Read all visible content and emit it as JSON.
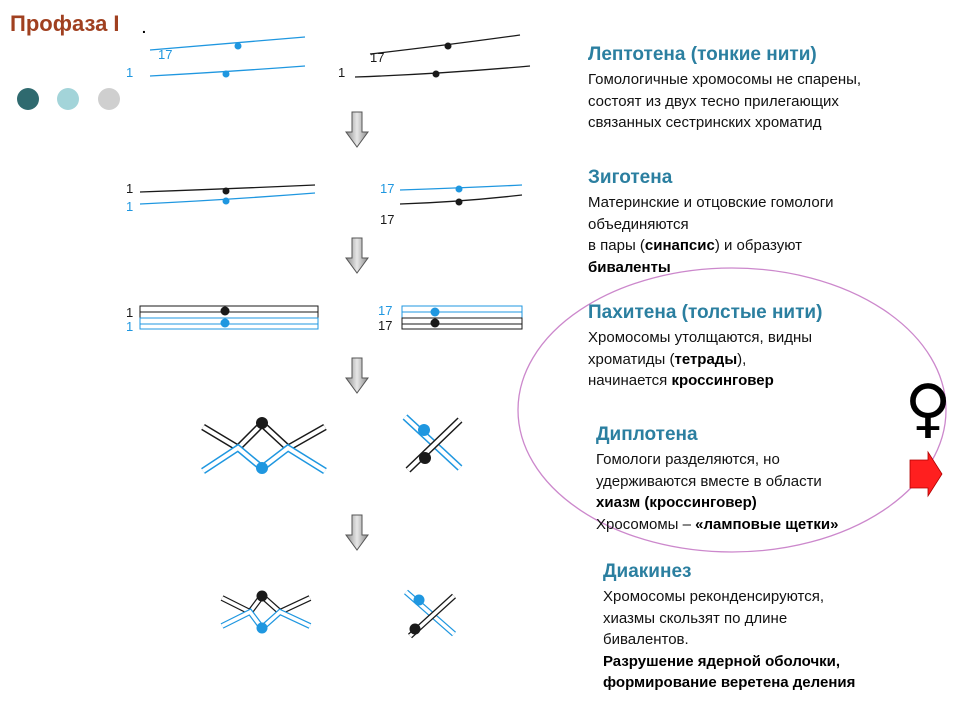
{
  "slide": {
    "title": "Профаза I",
    "title_mark": "."
  },
  "palette": {
    "dots": [
      "#2f6a6f",
      "#a3d4d9",
      "#cfcfcf"
    ],
    "stage_title": "#2b7fa0",
    "chromosome_black": "#1a1a1a",
    "chromosome_blue": "#1f97e0",
    "label_blue": "#1f97e0",
    "ellipse": "#cc88cc",
    "arrow_red": "#ff1f1f"
  },
  "diagram": {
    "labels": {
      "chrom_1": "1",
      "chrom_17": "17"
    },
    "female_symbol": "♀"
  },
  "stages": [
    {
      "title": "Лептотена (тонкие нити)",
      "lines": [
        [
          {
            "t": "Гомологичные хромосомы не спарены,"
          }
        ],
        [
          {
            "t": "состоят из двух тесно прилегающих"
          }
        ],
        [
          {
            "t": "связанных сестринских хроматид"
          }
        ]
      ]
    },
    {
      "title": "Зиготена",
      "lines": [
        [
          {
            "t": "Материнские и отцовские гомологи"
          }
        ],
        [
          {
            "t": "объединяются"
          }
        ],
        [
          {
            "t": "в пары ("
          },
          {
            "t": "синапсис",
            "b": true
          },
          {
            "t": ") и образуют"
          }
        ],
        [
          {
            "t": "биваленты",
            "b": true
          }
        ]
      ]
    },
    {
      "title": "Пахитена (толстые нити)",
      "lines": [
        [
          {
            "t": "Хромосомы утолщаются, видны"
          }
        ],
        [
          {
            "t": "хроматиды ("
          },
          {
            "t": "тетрады",
            "b": true
          },
          {
            "t": "),"
          }
        ],
        [
          {
            "t": "начинается "
          },
          {
            "t": "кроссинговер",
            "b": true
          }
        ]
      ]
    },
    {
      "title": "Диплотена",
      "lines": [
        [
          {
            "t": "Гомологи разделяются, но"
          }
        ],
        [
          {
            "t": "удерживаются вместе в области"
          }
        ],
        [
          {
            "t": "хиазм (кроссинговер)",
            "b": true
          }
        ],
        [
          {
            "t": "Хросомомы – "
          },
          {
            "t": "«ламповые щетки»",
            "b": true
          }
        ]
      ]
    },
    {
      "title": "Диакинез",
      "lines": [
        [
          {
            "t": "Хромосомы реконденсируются,"
          }
        ],
        [
          {
            "t": "хиазмы скользят по длине"
          }
        ],
        [
          {
            "t": "бивалентов."
          }
        ],
        [
          {
            "t": "Разрушение ядерной оболочки,",
            "b": true
          }
        ],
        [
          {
            "t": "формирование веретена деления",
            "b": true
          }
        ]
      ]
    }
  ]
}
